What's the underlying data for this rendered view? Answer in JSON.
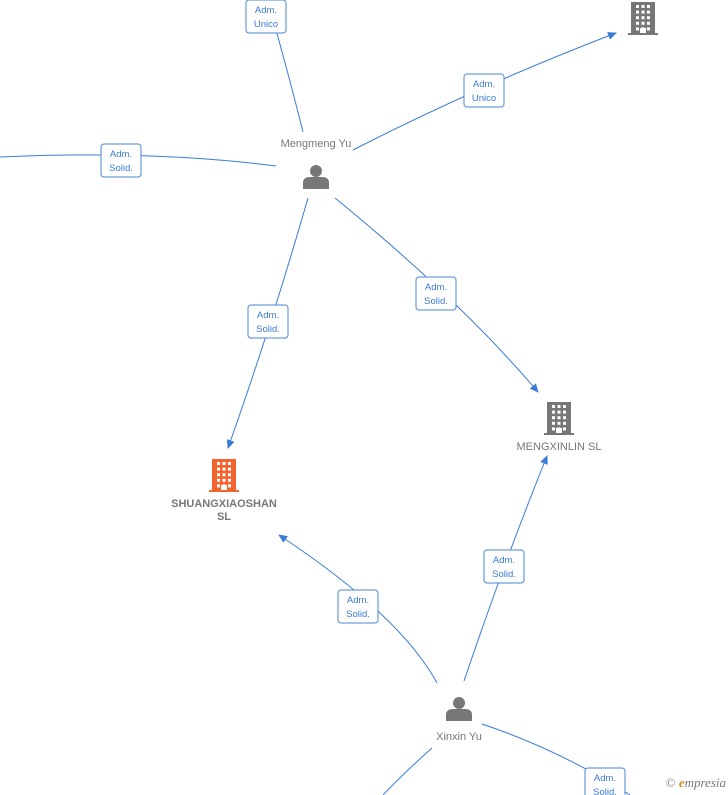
{
  "colors": {
    "edge": "#3a7bd5",
    "person": "#777777",
    "company": "#777777",
    "company_highlight": "#f26430"
  },
  "nodes": [
    {
      "id": "mengmeng",
      "type": "person",
      "label": "Mengmeng Yu"
    },
    {
      "id": "xinxin",
      "type": "person",
      "label": "Xinxin Yu"
    },
    {
      "id": "shuang",
      "type": "company",
      "highlight": true,
      "label_lines": [
        "SHUANGXIAOSHAN",
        "SL"
      ]
    },
    {
      "id": "mengxinlin",
      "type": "company",
      "label_lines": [
        "MENGXINLIN  SL"
      ]
    },
    {
      "id": "topright",
      "type": "company",
      "label_lines": []
    }
  ],
  "edges": [
    {
      "id": "e1",
      "label": [
        "Adm.",
        "Unico"
      ]
    },
    {
      "id": "e2",
      "label": [
        "Adm.",
        "Unico"
      ]
    },
    {
      "id": "e3",
      "label": [
        "Adm.",
        "Solid."
      ]
    },
    {
      "id": "e4",
      "label": [
        "Adm.",
        "Solid."
      ]
    },
    {
      "id": "e5",
      "label": [
        "Adm.",
        "Solid."
      ]
    },
    {
      "id": "e6",
      "label": [
        "Adm.",
        "Solid."
      ]
    },
    {
      "id": "e7",
      "label": [
        "Adm.",
        "Solid."
      ]
    },
    {
      "id": "e8",
      "label": [
        "Adm.",
        "Solid."
      ]
    },
    {
      "id": "e9",
      "label": []
    }
  ],
  "watermark": {
    "symbol": "©",
    "brand_initial": "e",
    "brand_rest": "mpresia"
  }
}
